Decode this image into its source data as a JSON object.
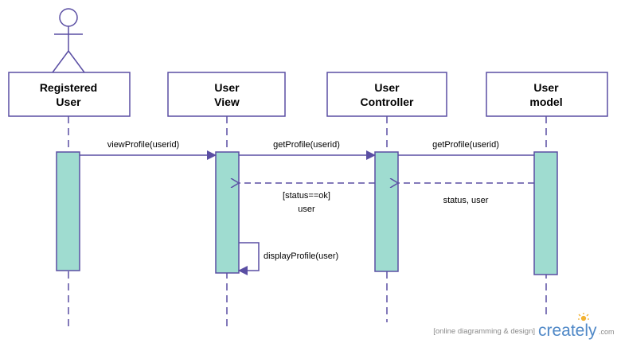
{
  "colors": {
    "stroke": "#5a4ea3",
    "activation_fill": "#9fdcd0",
    "box_fill": "#ffffff",
    "text": "#000000",
    "brand_blue": "#4f88c7",
    "brand_gray": "#8a8a8a",
    "brand_sun": "#f2b233"
  },
  "lifelines": [
    {
      "line1": "Registered",
      "line2": "User",
      "actor_icon": "stick-figure-actor-icon"
    },
    {
      "line1": "User",
      "line2": "View"
    },
    {
      "line1": "User",
      "line2": "Controller"
    },
    {
      "line1": "User",
      "line2": "model"
    }
  ],
  "messages": [
    {
      "text": "viewProfile(userid)",
      "from": "Registered User",
      "to": "User View",
      "kind": "synchronous"
    },
    {
      "text": "getProfile(userid)",
      "from": "User View",
      "to": "User Controller",
      "kind": "synchronous"
    },
    {
      "text": "getProfile(userid)",
      "from": "User Controller",
      "to": "User model",
      "kind": "synchronous"
    },
    {
      "text": "status, user",
      "from": "User model",
      "to": "User Controller",
      "kind": "return"
    },
    {
      "line1": "[status==ok]",
      "line2": "user",
      "from": "User Controller",
      "to": "User View",
      "kind": "return"
    },
    {
      "text": "displayProfile(user)",
      "from": "User View",
      "to": "User View",
      "kind": "self"
    }
  ],
  "branding": {
    "tagline": "[online diagramming & design]",
    "logo": "creately",
    "suffix": ".com",
    "icon": "creately-sun-icon"
  }
}
